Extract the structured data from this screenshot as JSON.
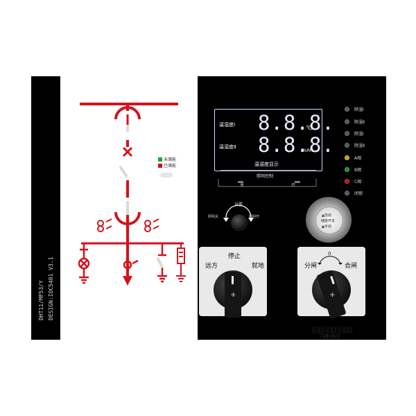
{
  "panel": {
    "model_line1": "DHT11/MF53/Y",
    "model_line2": "DESIGN:IOC5401 V3.1"
  },
  "legend": {
    "items": [
      {
        "label": "未储能",
        "color": "#1fa23a"
      },
      {
        "label": "已储能",
        "color": "#c8102e"
      }
    ]
  },
  "display": {
    "row1_label": "温湿度Ⅰ",
    "row2_label": "温湿度Ⅱ",
    "row1_value": "8.8.8.",
    "row2_value": "8.8.8.",
    "unit_celsius": "℃",
    "unit_rh": "%RH",
    "title": "温湿度显示"
  },
  "lighting": {
    "title": "照明控制",
    "off_label": "关",
    "on_label": "开"
  },
  "indicators": [
    {
      "label": "除湿Ⅰ"
    },
    {
      "label": "除湿Ⅱ"
    },
    {
      "label": "除湿Ⅰ"
    },
    {
      "label": "除湿Ⅱ"
    },
    {
      "label": "A相",
      "color": "#c8a000"
    },
    {
      "label": "B相",
      "color": "#1a8f2a"
    },
    {
      "label": "C相",
      "color": "#b01818"
    },
    {
      "label": "闭锁"
    }
  ],
  "light_knob": {
    "top_label": "设置",
    "left_label": "照明关",
    "right_label": "照明开"
  },
  "push_button": {
    "line1": "▲自动",
    "line2": "储能开关",
    "line3": "▲手动"
  },
  "switch_left": {
    "left_label": "远方",
    "top_label": "停止",
    "right_label": "就地"
  },
  "switch_right": {
    "left_label": "分闸",
    "top_label": "0",
    "right_label": "合闸"
  },
  "barcode": {
    "text": "72018V2"
  },
  "colors": {
    "mimic_red": "#d4121d",
    "panel_black": "#000000"
  }
}
